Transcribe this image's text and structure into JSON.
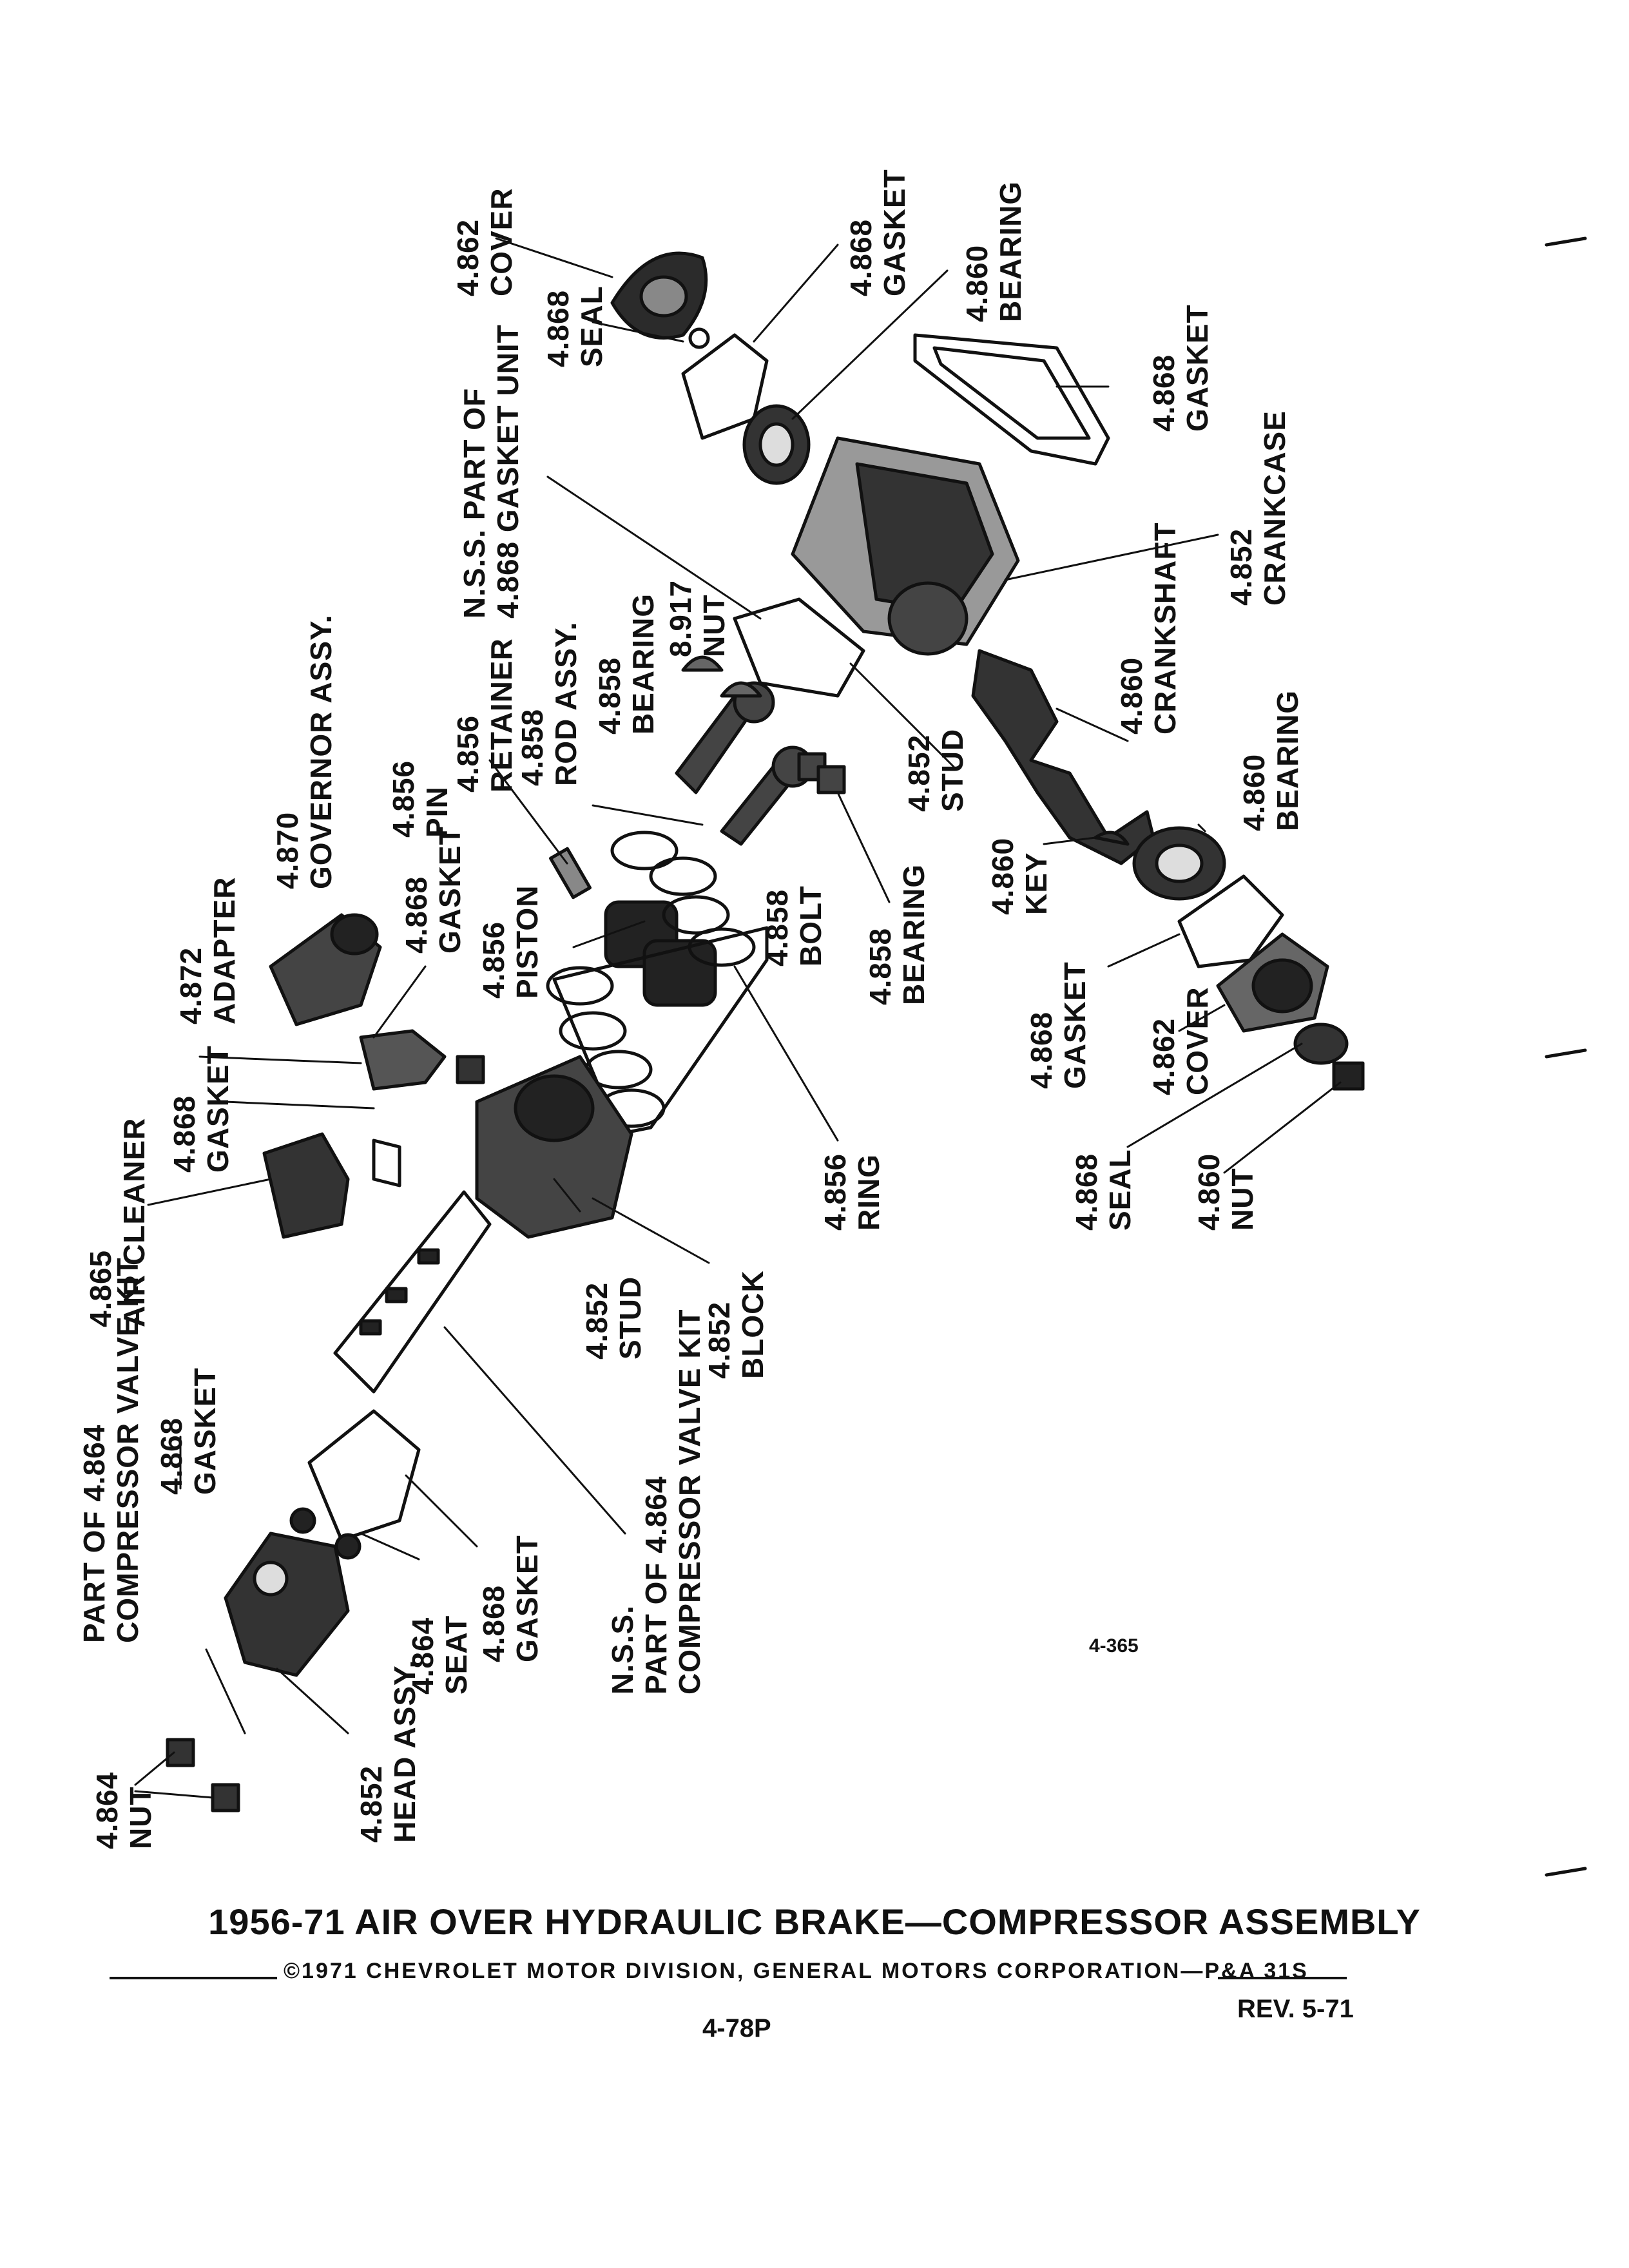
{
  "labels": {
    "cover_top": [
      "4.862",
      "COVER"
    ],
    "gasket_top": [
      "4.868",
      "GASKET"
    ],
    "seal_top": [
      "4.868",
      "SEAL"
    ],
    "bearing_top": [
      "4.860",
      "BEARING"
    ],
    "gasket_crankcase": [
      "4.868",
      "GASKET"
    ],
    "nss_gasket_unit": [
      "N.S.S. PART OF",
      "4.868 GASKET UNIT"
    ],
    "crankcase": [
      "4.852",
      "CRANKCASE"
    ],
    "nut_8917": [
      "8.917",
      "NUT"
    ],
    "bearing_4858_top": [
      "4.858",
      "BEARING"
    ],
    "rod_assy": [
      "4.858",
      "ROD ASSY."
    ],
    "retainer": [
      "4.856",
      "RETAINER"
    ],
    "pin": [
      "4.856",
      "PIN"
    ],
    "governor": [
      "4.870",
      "GOVERNOR ASSY."
    ],
    "crankshaft": [
      "4.860",
      "CRANKSHAFT"
    ],
    "stud_mid": [
      "4.852",
      "STUD"
    ],
    "bearing_right": [
      "4.860",
      "BEARING"
    ],
    "key": [
      "4.860",
      "KEY"
    ],
    "bolt": [
      "4.858",
      "BOLT"
    ],
    "bearing_4858_low": [
      "4.858",
      "BEARING"
    ],
    "gasket_gov": [
      "4.868",
      "GASKET"
    ],
    "piston": [
      "4.856",
      "PISTON"
    ],
    "adapter": [
      "4.872",
      "ADAPTER"
    ],
    "gasket_air": [
      "4.868",
      "GASKET"
    ],
    "air_cleaner": [
      "4.865",
      "AIR CLEANER"
    ],
    "gasket_cover": [
      "4.868",
      "GASKET"
    ],
    "cover_right": [
      "4.862",
      "COVER"
    ],
    "ring": [
      "4.856",
      "RING"
    ],
    "seal_right": [
      "4.868",
      "SEAL"
    ],
    "nut_right": [
      "4.860",
      "NUT"
    ],
    "stud_block": [
      "4.852",
      "STUD"
    ],
    "block": [
      "4.852",
      "BLOCK"
    ],
    "valve_kit_top": [
      "PART OF 4.864",
      "COMPRESSOR VALVE KIT"
    ],
    "gasket_head": [
      "4.868",
      "GASKET"
    ],
    "nss_valve_kit": [
      "N.S.S.",
      "PART OF 4.864",
      "COMPRESSOR VALVE KIT"
    ],
    "gasket_low": [
      "4.868",
      "GASKET"
    ],
    "seat": [
      "4.864",
      "SEAT"
    ],
    "nut_head": [
      "4.864",
      "NUT"
    ],
    "head_assy": [
      "4.852",
      "HEAD ASSY."
    ]
  },
  "figure_number": "4-365",
  "title": "1956-71 AIR OVER HYDRAULIC BRAKE—COMPRESSOR ASSEMBLY",
  "copyright": "©1971 CHEVROLET MOTOR DIVISION, GENERAL MOTORS CORPORATION—P&A 31S",
  "rev": "REV. 5-71",
  "page_number": "4-78P"
}
